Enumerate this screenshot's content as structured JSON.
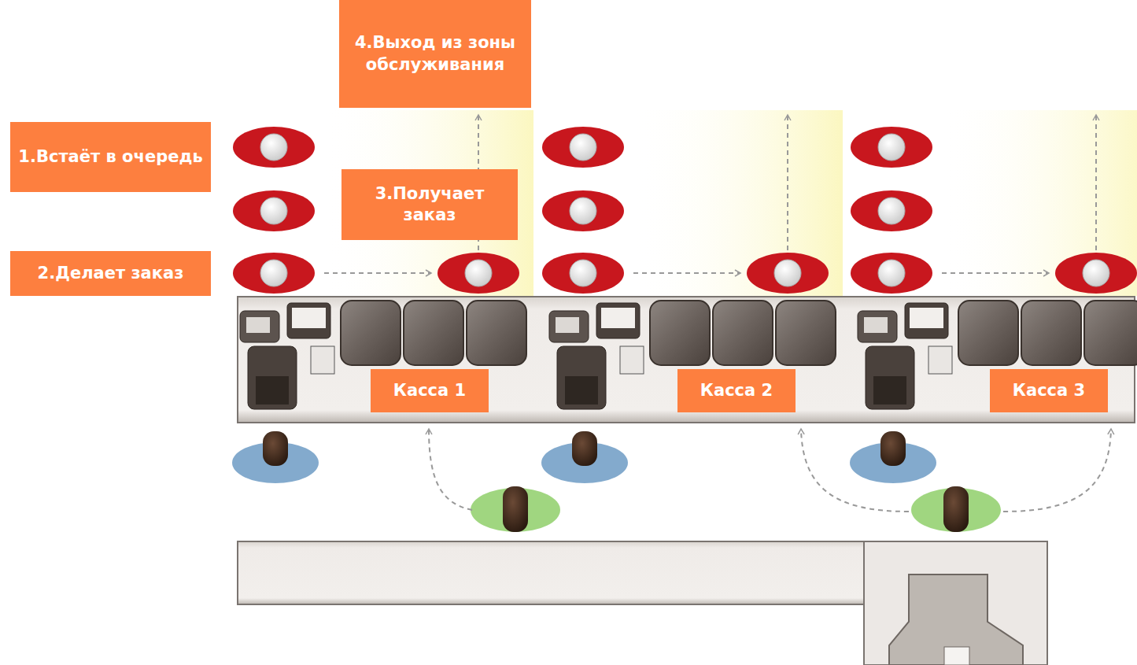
{
  "diagram": {
    "nodes": [
      {
        "text": [
          "4.Выход из зоны обслуживания"
        ]
      },
      {
        "text": [
          "1.Встаёт в очередь"
        ]
      },
      {
        "text": [
          "3.Получает заказ"
        ]
      },
      {
        "text": [
          "2.Делает заказ"
        ]
      },
      {
        "text": [
          "Касса 1"
        ]
      },
      {
        "text": [
          "Касса 2"
        ]
      },
      {
        "text": [
          "Касса 3"
        ]
      }
    ]
  }
}
